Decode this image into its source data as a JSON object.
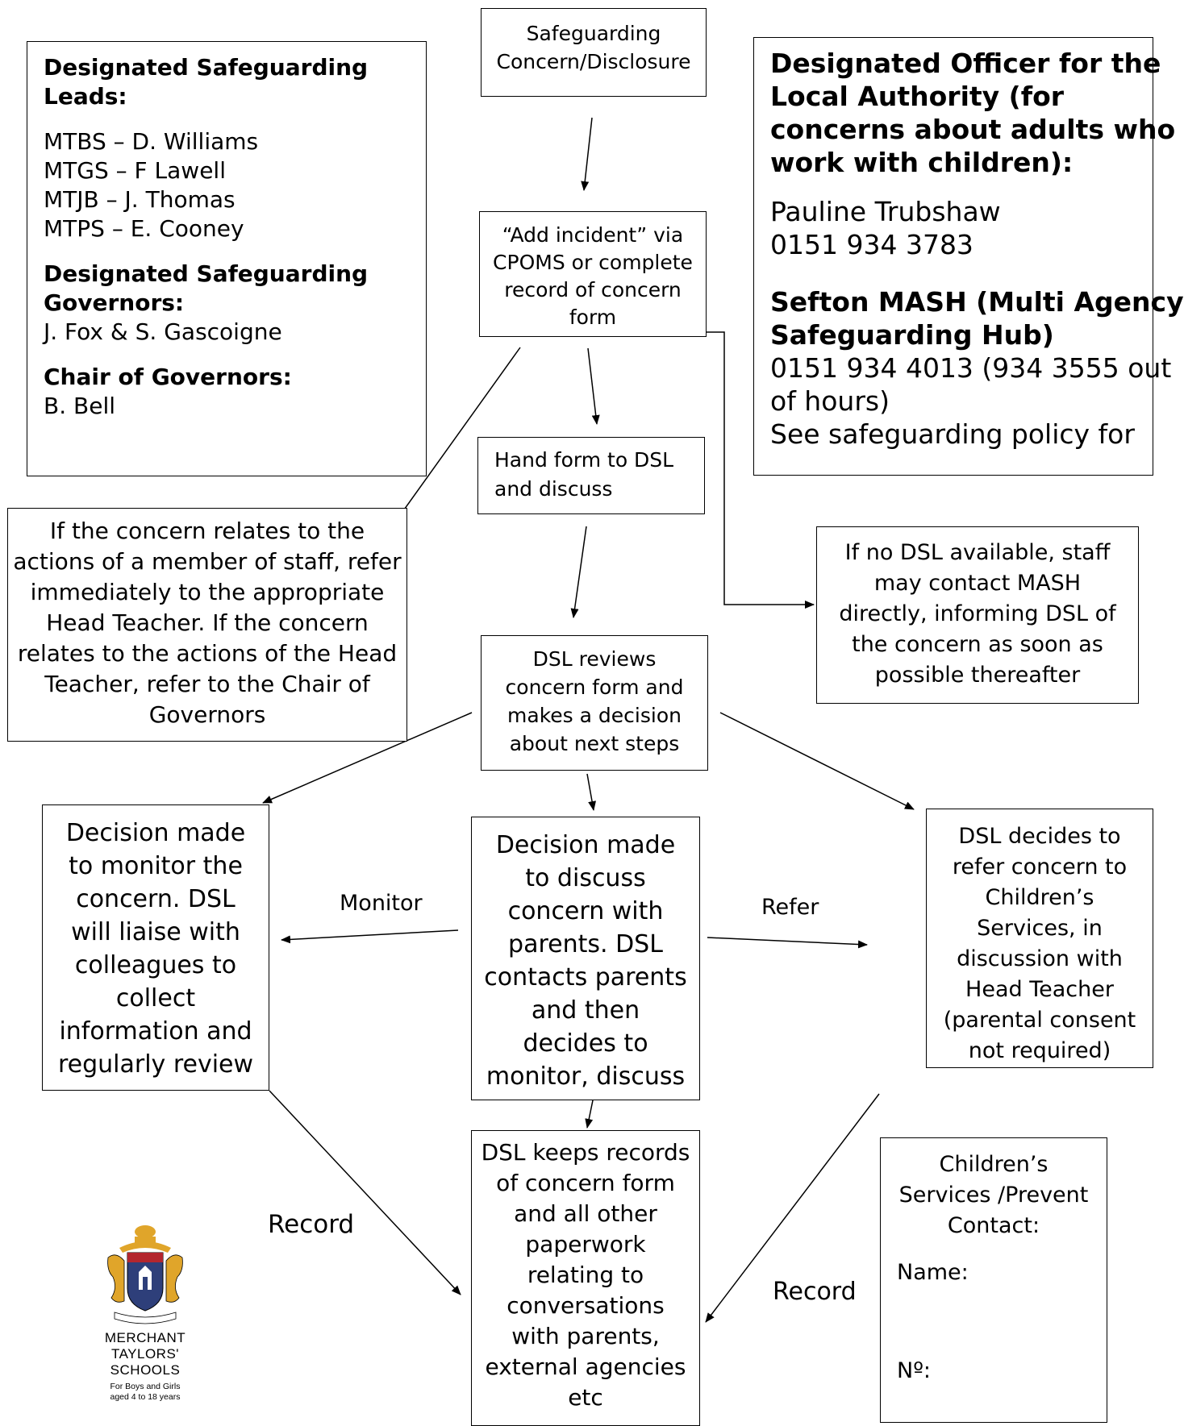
{
  "start": {
    "lines": [
      "Safeguarding",
      "Concern/Disclosure"
    ]
  },
  "add_incident": {
    "lines": [
      "“Add incident” via",
      "CPOMS or complete",
      "record of concern",
      "form"
    ]
  },
  "hand_form": {
    "lines": [
      "Hand form to DSL",
      "and discuss"
    ]
  },
  "review": {
    "lines": [
      "DSL reviews",
      "concern form and",
      "makes a decision",
      "about next steps"
    ]
  },
  "dsl_panel": {
    "leads_heading": [
      "Designated Safeguarding",
      "Leads:"
    ],
    "leads": [
      "MTBS – D. Williams",
      "MTGS – F Lawell",
      "MTJB – J. Thomas",
      "MTPS – E. Cooney"
    ],
    "governors_heading": [
      "Designated Safeguarding",
      "Governors:"
    ],
    "governors": "J. Fox & S. Gascoigne",
    "chair_heading": "Chair of Governors:",
    "chair": "B. Bell"
  },
  "lado_panel": {
    "heading": [
      "Designated Officer for the",
      "Local Authority (for",
      "concerns about adults who",
      "work with children):"
    ],
    "contact_name": "Pauline Trubshaw",
    "contact_phone": "0151 934 3783",
    "mash_heading": [
      "Sefton MASH (Multi Agency",
      "Safeguarding Hub)"
    ],
    "mash_lines": [
      "0151 934 4013 (934 3555 out",
      "of hours)",
      "See safeguarding policy for"
    ]
  },
  "staff_concern": {
    "lines": [
      "If the concern relates to the",
      "actions of a member of staff, refer",
      "immediately to the appropriate",
      "Head Teacher.  If the concern",
      "relates to the actions of the Head",
      "Teacher, refer to the Chair of",
      "Governors"
    ]
  },
  "no_dsl": {
    "lines": [
      "If no DSL available, staff",
      "may contact MASH",
      "directly, informing DSL of",
      "the concern as soon as",
      "possible thereafter"
    ]
  },
  "monitor_box": {
    "lines": [
      "Decision made",
      "to monitor the",
      "concern. DSL",
      "will liaise with",
      "colleagues to",
      "collect",
      "information and",
      "regularly review"
    ]
  },
  "discuss_box": {
    "lines": [
      "Decision made",
      "to discuss",
      "concern with",
      "parents. DSL",
      "contacts parents",
      "and then",
      "decides to",
      "monitor, discuss"
    ]
  },
  "refer_box": {
    "lines": [
      "DSL decides to",
      "refer concern to",
      "Children’s",
      "Services, in",
      "discussion with",
      "Head Teacher",
      "(parental consent",
      "not required)"
    ]
  },
  "records_box": {
    "lines": [
      "DSL keeps records",
      "of concern form",
      "and all other",
      "paperwork",
      "relating to",
      "conversations",
      "with parents,",
      "external agencies",
      "etc"
    ]
  },
  "cs_box": {
    "heading": [
      "Children’s",
      "Services /Prevent",
      "Contact:"
    ],
    "name_label": "Name:",
    "number_label": "Nº:"
  },
  "arrow_labels": {
    "monitor": "Monitor",
    "refer": "Refer",
    "record_left": "Record",
    "record_right": "Record"
  },
  "logo": {
    "name_lines": [
      "MERCHANT",
      "TAYLORS'",
      "SCHOOLS"
    ],
    "tagline": [
      "For Boys and Girls",
      "aged 4 to 18 years"
    ],
    "colors": {
      "gold": "#e0a52a",
      "navy": "#2e3f7a",
      "red": "#b3262e"
    }
  }
}
